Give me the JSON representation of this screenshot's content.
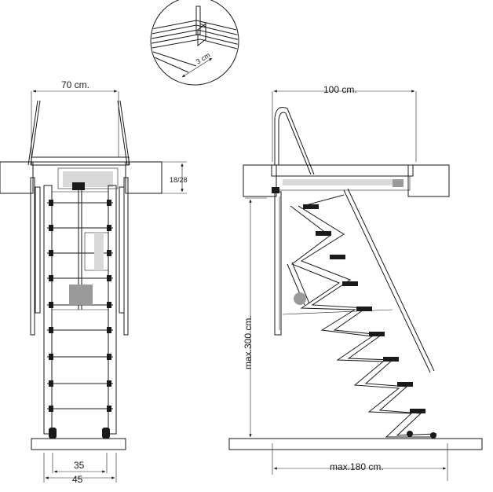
{
  "labels": {
    "width_front": "70 cm.",
    "width_side": "100 cm.",
    "thickness": "18/28",
    "height": "max.300 cm.",
    "reach": "max.180 cm.",
    "inner_width": "35",
    "outer_width": "45",
    "detail_gap": "3 cm"
  }
}
